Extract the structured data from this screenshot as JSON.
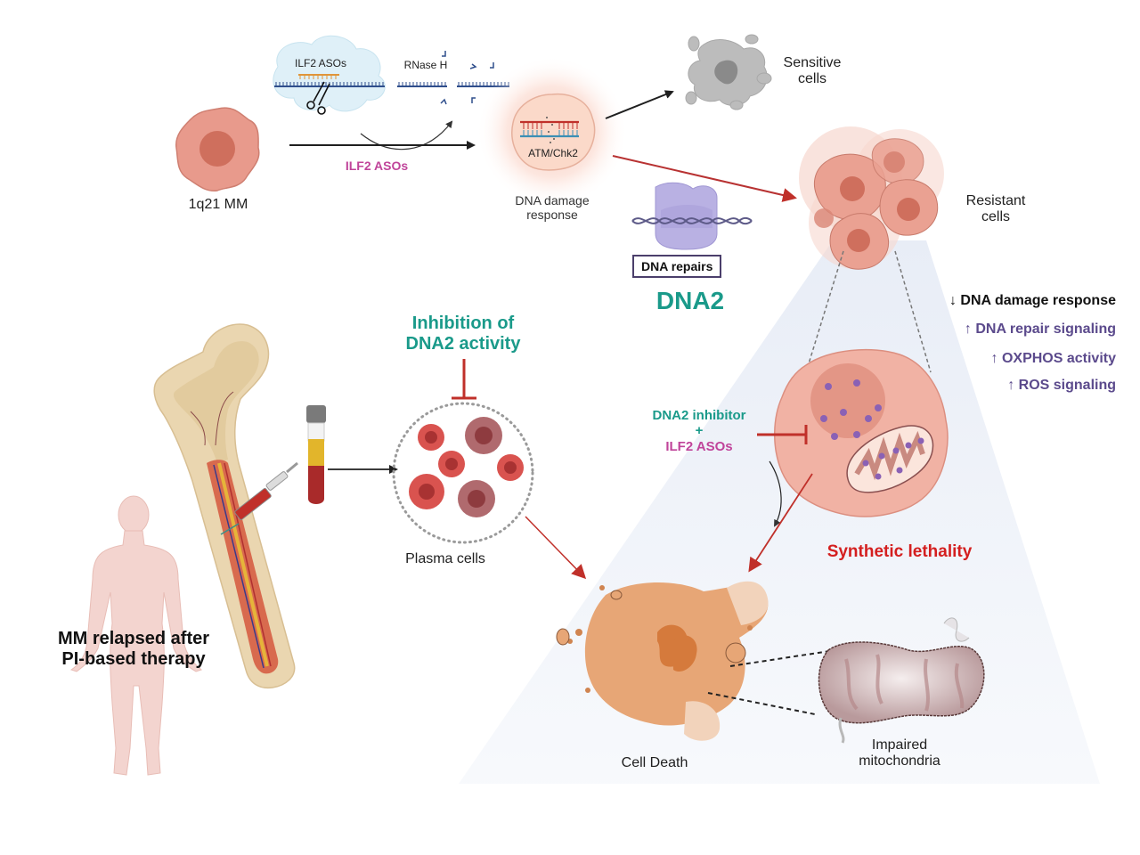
{
  "figure": {
    "type": "graphical-abstract",
    "colors": {
      "teal": "#1a9a8a",
      "magenta": "#c0449a",
      "purple": "#5b4a8c",
      "red": "#d41f1f",
      "cell_pink": "#e8a095",
      "dark_arrow": "#1f1f1f",
      "red_arrow": "#b83232"
    }
  },
  "top_row": {
    "source_cell_label": "1q21 MM",
    "aso_complex_label": "ILF2 ASOs",
    "rnase_label": "RNase H",
    "arrow_label": "ILF2 ASOs",
    "ddr_cell_label": "ATM/Chk2",
    "ddr_caption_line1": "DNA damage",
    "ddr_caption_line2": "response",
    "sensitive_line1": "Sensitive",
    "sensitive_line2": "cells",
    "resistant_line1": "Resistant",
    "resistant_line2": "cells"
  },
  "dna2": {
    "box_label": "DNA repairs",
    "title": "DNA2"
  },
  "resistance_effects": [
    {
      "arrow": "↓",
      "text": "DNA damage response",
      "tone": "dark"
    },
    {
      "arrow": "↑",
      "text": "DNA repair signaling",
      "tone": "purple"
    },
    {
      "arrow": "↑",
      "text": "OXPHOS activity",
      "tone": "purple"
    },
    {
      "arrow": "↑",
      "text": "ROS signaling",
      "tone": "purple"
    }
  ],
  "left_panel": {
    "patient_line1": "MM relapsed after",
    "patient_line2": "PI-based therapy",
    "inhibition_line1": "Inhibition of",
    "inhibition_line2": "DNA2 activity",
    "plasma_label": "Plasma cells"
  },
  "treatment": {
    "line1": "DNA2 inhibitor",
    "plus": "+",
    "line2": "ILF2 ASOs"
  },
  "outcome": {
    "synthetic_lethality": "Synthetic lethality",
    "cell_death": "Cell Death",
    "mito_line1": "Impaired",
    "mito_line2": "mitochondria"
  }
}
